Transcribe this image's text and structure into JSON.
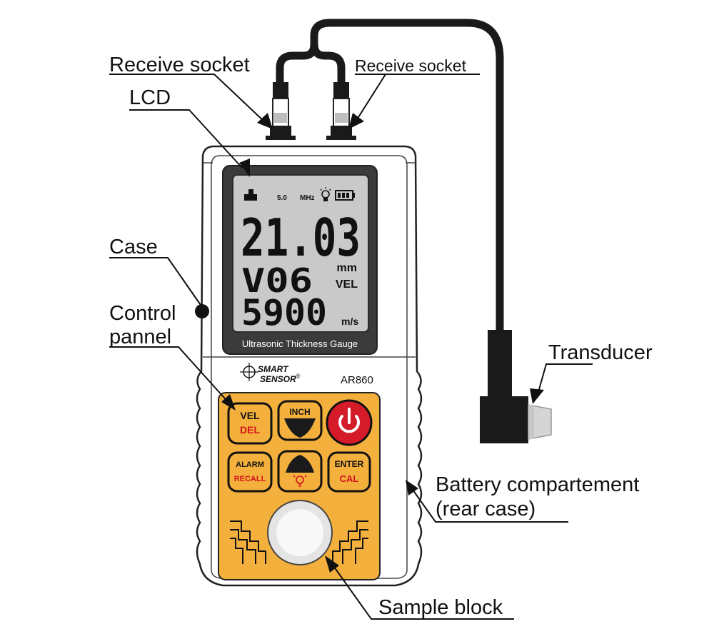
{
  "labels": {
    "receive_socket_left": "Receive socket",
    "receive_socket_right": "Receive socket",
    "lcd": "LCD",
    "case": "Case",
    "control_panel_line1": "Control",
    "control_panel_line2": "pannel",
    "transducer": "Transducer",
    "battery_line1": "Battery compartement",
    "battery_line2": "(rear case)",
    "sample_block": "Sample block"
  },
  "lcd": {
    "freq_value": "5.0",
    "freq_unit": "MHz",
    "thickness": "21.03",
    "thickness_unit": "mm",
    "velocity_code": "V06",
    "velocity_tag": "VEL",
    "velocity": "5900",
    "velocity_unit": "m/s",
    "caption": "Ultrasonic Thickness Gauge"
  },
  "device": {
    "brand_line1": "SMART",
    "brand_line2": "SENSOR",
    "registered": "®",
    "model": "AR860"
  },
  "buttons": {
    "vel_top": "VEL",
    "vel_bottom": "DEL",
    "inch_top": "INCH",
    "alarm_top": "ALARM",
    "alarm_bottom": "RECALL",
    "enter_top": "ENTER",
    "enter_bottom": "CAL"
  },
  "colors": {
    "panel": "#f4b03c",
    "power": "#d51b2a",
    "lcd_bg": "#c9c9c9",
    "device_body": "#ffffff",
    "cable": "#1a1a1a"
  },
  "icons": [
    "power-icon",
    "down-arrow-icon",
    "up-arrow-icon",
    "lamp-icon",
    "battery-icon",
    "brand-crosshair-icon",
    "probe-icon"
  ]
}
